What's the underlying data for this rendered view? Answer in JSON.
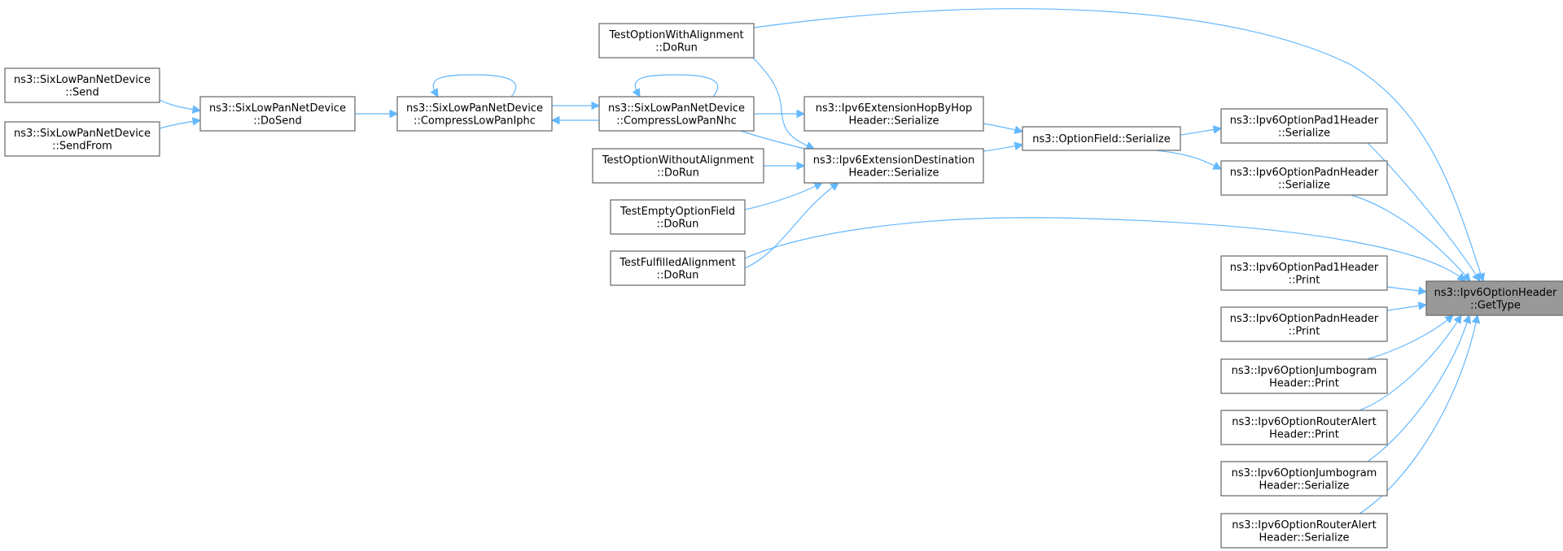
{
  "graph": {
    "focus": "getType",
    "nodes": [
      {
        "id": "sendLP",
        "line1": "ns3::SixLowPanNetDevice",
        "line2": "::Send"
      },
      {
        "id": "sendFrom",
        "line1": "ns3::SixLowPanNetDevice",
        "line2": "::SendFrom"
      },
      {
        "id": "doSend",
        "line1": "ns3::SixLowPanNetDevice",
        "line2": "::DoSend"
      },
      {
        "id": "compIphc",
        "line1": "ns3::SixLowPanNetDevice",
        "line2": "::CompressLowPanIphc"
      },
      {
        "id": "compNhc",
        "line1": "ns3::SixLowPanNetDevice",
        "line2": "::CompressLowPanNhc"
      },
      {
        "id": "twa",
        "line1": "TestOptionWithAlignment",
        "line2": "::DoRun"
      },
      {
        "id": "twoa",
        "line1": "TestOptionWithoutAlignment",
        "line2": "::DoRun"
      },
      {
        "id": "teof",
        "line1": "TestEmptyOptionField",
        "line2": "::DoRun"
      },
      {
        "id": "tfa",
        "line1": "TestFulfilledAlignment",
        "line2": "::DoRun"
      },
      {
        "id": "hbh",
        "line1": "ns3::Ipv6ExtensionHopByHop",
        "line2": "Header::Serialize"
      },
      {
        "id": "dst",
        "line1": "ns3::Ipv6ExtensionDestination",
        "line2": "Header::Serialize"
      },
      {
        "id": "ofs",
        "line1": "ns3::OptionField::Serialize",
        "line2": ""
      },
      {
        "id": "pad1s",
        "line1": "ns3::Ipv6OptionPad1Header",
        "line2": "::Serialize"
      },
      {
        "id": "padns",
        "line1": "ns3::Ipv6OptionPadnHeader",
        "line2": "::Serialize"
      },
      {
        "id": "pad1p",
        "line1": "ns3::Ipv6OptionPad1Header",
        "line2": "::Print"
      },
      {
        "id": "padnp",
        "line1": "ns3::Ipv6OptionPadnHeader",
        "line2": "::Print"
      },
      {
        "id": "jumbp",
        "line1": "ns3::Ipv6OptionJumbogram",
        "line2": "Header::Print"
      },
      {
        "id": "rap",
        "line1": "ns3::Ipv6OptionRouterAlert",
        "line2": "Header::Print"
      },
      {
        "id": "jumbs",
        "line1": "ns3::Ipv6OptionJumbogram",
        "line2": "Header::Serialize"
      },
      {
        "id": "ras",
        "line1": "ns3::Ipv6OptionRouterAlert",
        "line2": "Header::Serialize"
      },
      {
        "id": "getType",
        "line1": "ns3::Ipv6OptionHeader",
        "line2": "::GetType"
      }
    ],
    "edges": [
      [
        "doSend",
        "sendLP"
      ],
      [
        "doSend",
        "sendFrom"
      ],
      [
        "compIphc",
        "doSend"
      ],
      [
        "compIphc",
        "compIphc"
      ],
      [
        "compIphc",
        "compNhc"
      ],
      [
        "compNhc",
        "compIphc"
      ],
      [
        "compNhc",
        "compNhc"
      ],
      [
        "hbh",
        "compNhc"
      ],
      [
        "dst",
        "compNhc"
      ],
      [
        "dst",
        "twa"
      ],
      [
        "dst",
        "twoa"
      ],
      [
        "dst",
        "teof"
      ],
      [
        "dst",
        "tfa"
      ],
      [
        "ofs",
        "hbh"
      ],
      [
        "ofs",
        "dst"
      ],
      [
        "pad1s",
        "ofs"
      ],
      [
        "padns",
        "ofs"
      ],
      [
        "getType",
        "twa"
      ],
      [
        "getType",
        "tfa"
      ],
      [
        "getType",
        "pad1s"
      ],
      [
        "getType",
        "padns"
      ],
      [
        "getType",
        "pad1p"
      ],
      [
        "getType",
        "padnp"
      ],
      [
        "getType",
        "jumbp"
      ],
      [
        "getType",
        "rap"
      ],
      [
        "getType",
        "jumbs"
      ],
      [
        "getType",
        "ras"
      ]
    ]
  }
}
